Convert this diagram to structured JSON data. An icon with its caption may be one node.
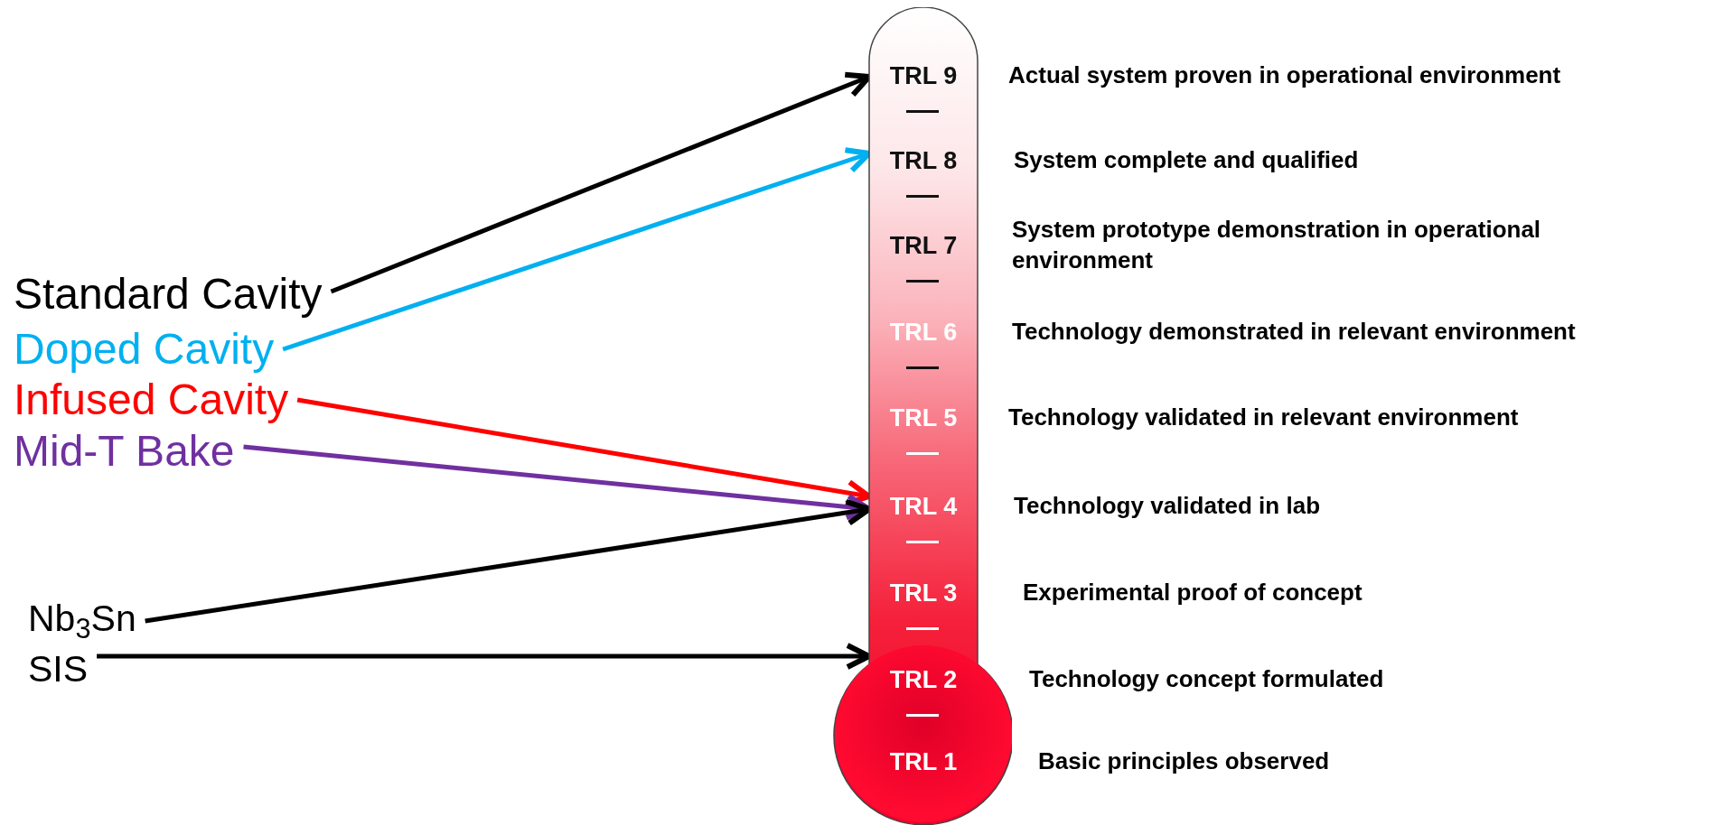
{
  "diagram": {
    "nodes": [
      {
        "text": [
          "Standard Cavity"
        ]
      },
      {
        "text": [
          "Doped Cavity"
        ]
      },
      {
        "text": [
          "Infused Cavity"
        ]
      },
      {
        "text": [
          "Mid-T Bake"
        ]
      },
      {
        "text": [
          "Nb$_{3}$Sn"
        ]
      },
      {
        "text": [
          "SIS"
        ]
      },
      {
        "text": [],
        "shape": "thermometer"
      },
      {
        "text": [
          "TRL 9"
        ],
        "in": 6,
        "beside": [
          "Actual system proven in operational environment"
        ]
      },
      {
        "text": [
          "TRL 8"
        ],
        "in": 6,
        "beside": [
          "System complete and qualified"
        ]
      },
      {
        "text": [
          "TRL 7"
        ],
        "in": 6,
        "beside": [
          "System prototype demonstration in operational environment"
        ]
      },
      {
        "text": [
          "TRL 6"
        ],
        "in": 6,
        "beside": [
          "Technology demonstrated in relevant environment"
        ]
      },
      {
        "text": [
          "TRL 5"
        ],
        "in": 6,
        "beside": [
          "Technology validated in relevant environment"
        ]
      },
      {
        "text": [
          "TRL 4"
        ],
        "in": 6,
        "beside": [
          "Technology validated in lab"
        ]
      },
      {
        "text": [
          "TRL 3"
        ],
        "in": 6,
        "beside": [
          "Experimental proof of concept"
        ]
      },
      {
        "text": [
          "TRL 2"
        ],
        "in": 6,
        "beside": [
          "Technology concept formulated"
        ]
      },
      {
        "text": [
          "TRL 1"
        ],
        "in": 6,
        "beside": [
          "Basic principles observed"
        ]
      }
    ],
    "edges": [
      {
        "from": 0,
        "to": 7,
        "arrow": "to"
      },
      {
        "from": 1,
        "to": 8,
        "arrow": "to",
        "color": "#00b0f0"
      },
      {
        "from": 2,
        "to": 12,
        "arrow": "to",
        "color": "#ff0000"
      },
      {
        "from": 3,
        "to": 12,
        "arrow": "to",
        "color": "#7030a0"
      },
      {
        "from": 4,
        "to": 12,
        "arrow": "to"
      },
      {
        "from": 5,
        "to": 14,
        "arrow": "to"
      }
    ]
  }
}
